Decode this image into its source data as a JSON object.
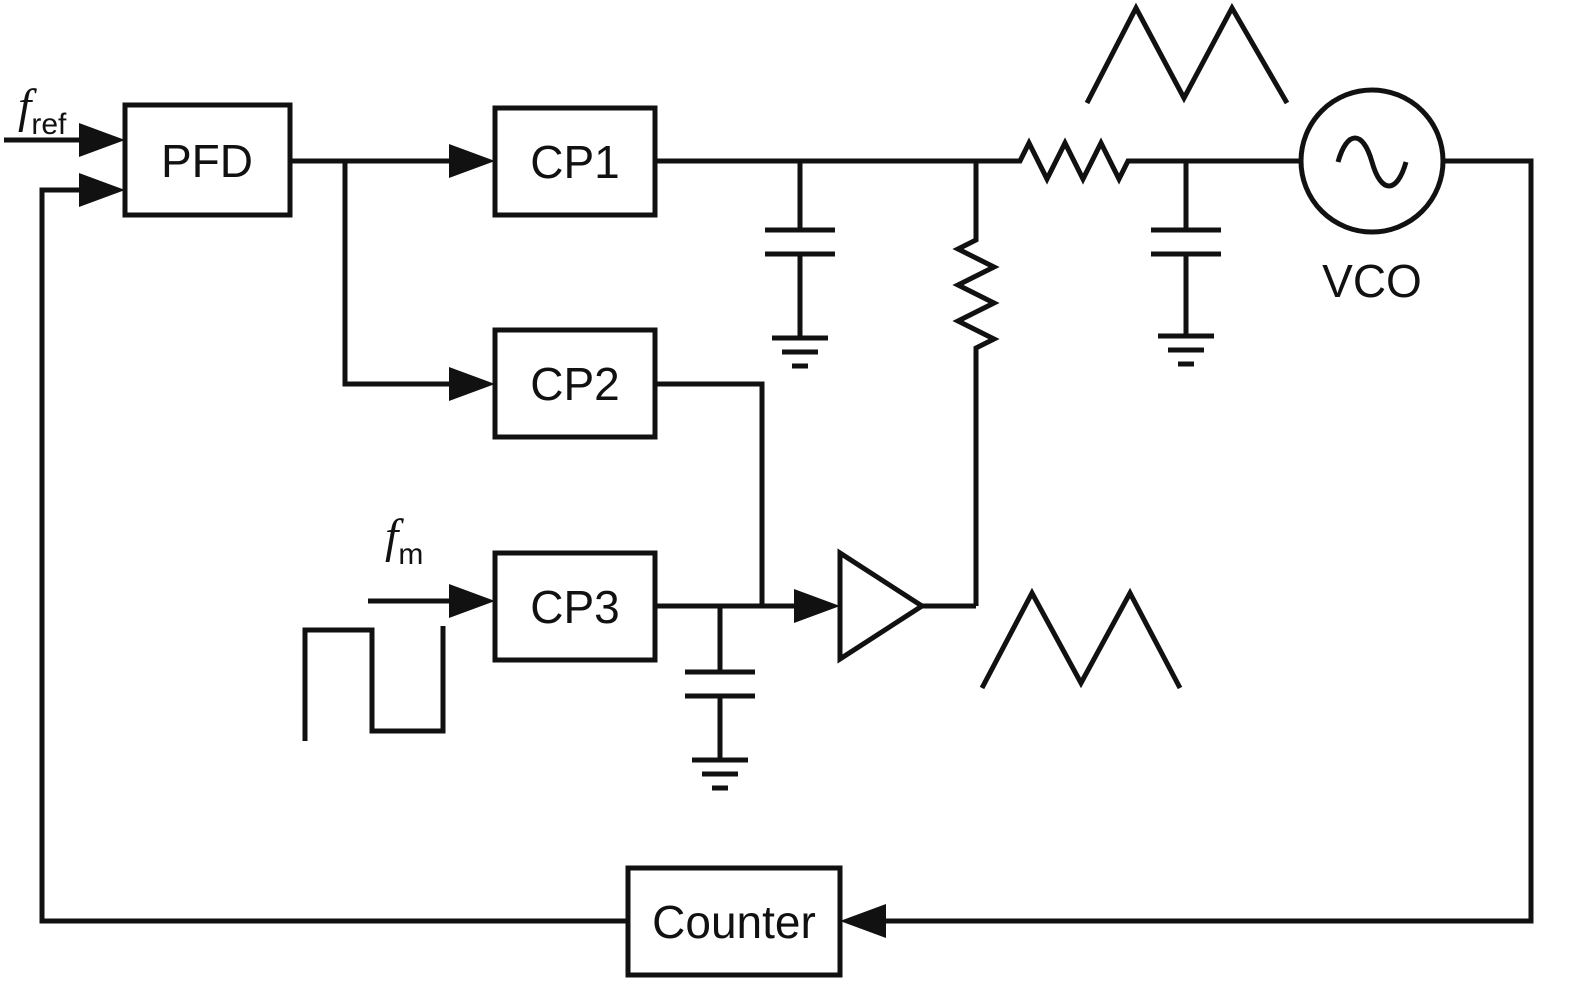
{
  "diagram": {
    "type": "circuit-block-diagram",
    "blocks": {
      "pfd": "PFD",
      "cp1": "CP1",
      "cp2": "CP2",
      "cp3": "CP3",
      "counter": "Counter",
      "vco": "VCO"
    },
    "signals": {
      "f_ref": {
        "base": "f",
        "sub": "ref"
      },
      "f_m": {
        "base": "f",
        "sub": "m"
      }
    },
    "components": [
      "capacitor-to-ground-after-cp1",
      "vertical-resistor-to-amplifier",
      "series-resistor-before-vco",
      "capacitor-to-ground-before-vco",
      "capacitor-to-ground-after-cp3",
      "buffer-amplifier",
      "triangle-wave-upper",
      "triangle-wave-lower",
      "square-wave-fm"
    ],
    "colors": {
      "stroke": "#111111",
      "background": "#ffffff"
    }
  }
}
